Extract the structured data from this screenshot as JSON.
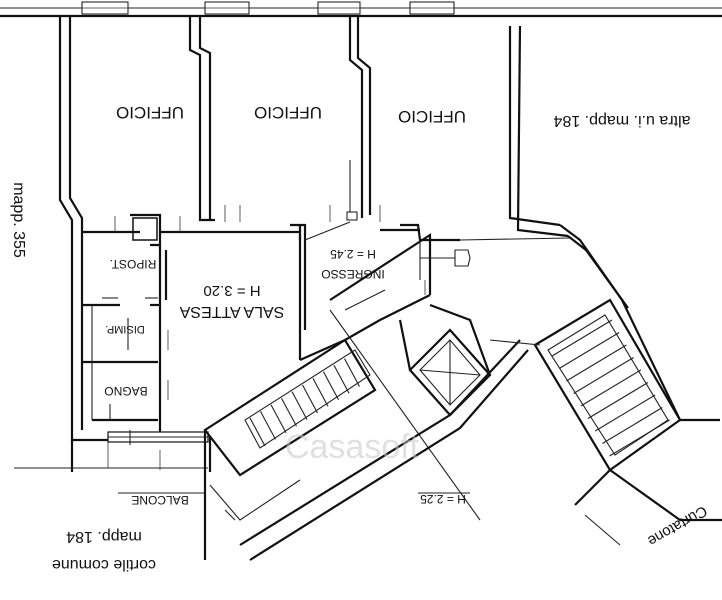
{
  "rooms": {
    "ufficio_1": "UFFICIO",
    "ufficio_2": "UFFICIO",
    "ufficio_3": "UFFICIO",
    "ripost": "RIPOST.",
    "disimp": "DISIMP.",
    "bagno": "BAGNO",
    "sala_attesa": "SALA ATTESA",
    "sala_attesa_height": "H = 3.20",
    "ingresso": "INGRESSO",
    "ingresso_height": "H = 2.45",
    "balcone": "BALCONE",
    "stair_height": "H = 2.25"
  },
  "neighbors": {
    "left": "mapp. 355",
    "top_right": "altra u.i. mapp. 184",
    "bottom_left_line1": "cortile comune",
    "bottom_left_line2": "mapp. 184",
    "bottom_right": "Curtatone"
  },
  "watermark": "Casasoft"
}
